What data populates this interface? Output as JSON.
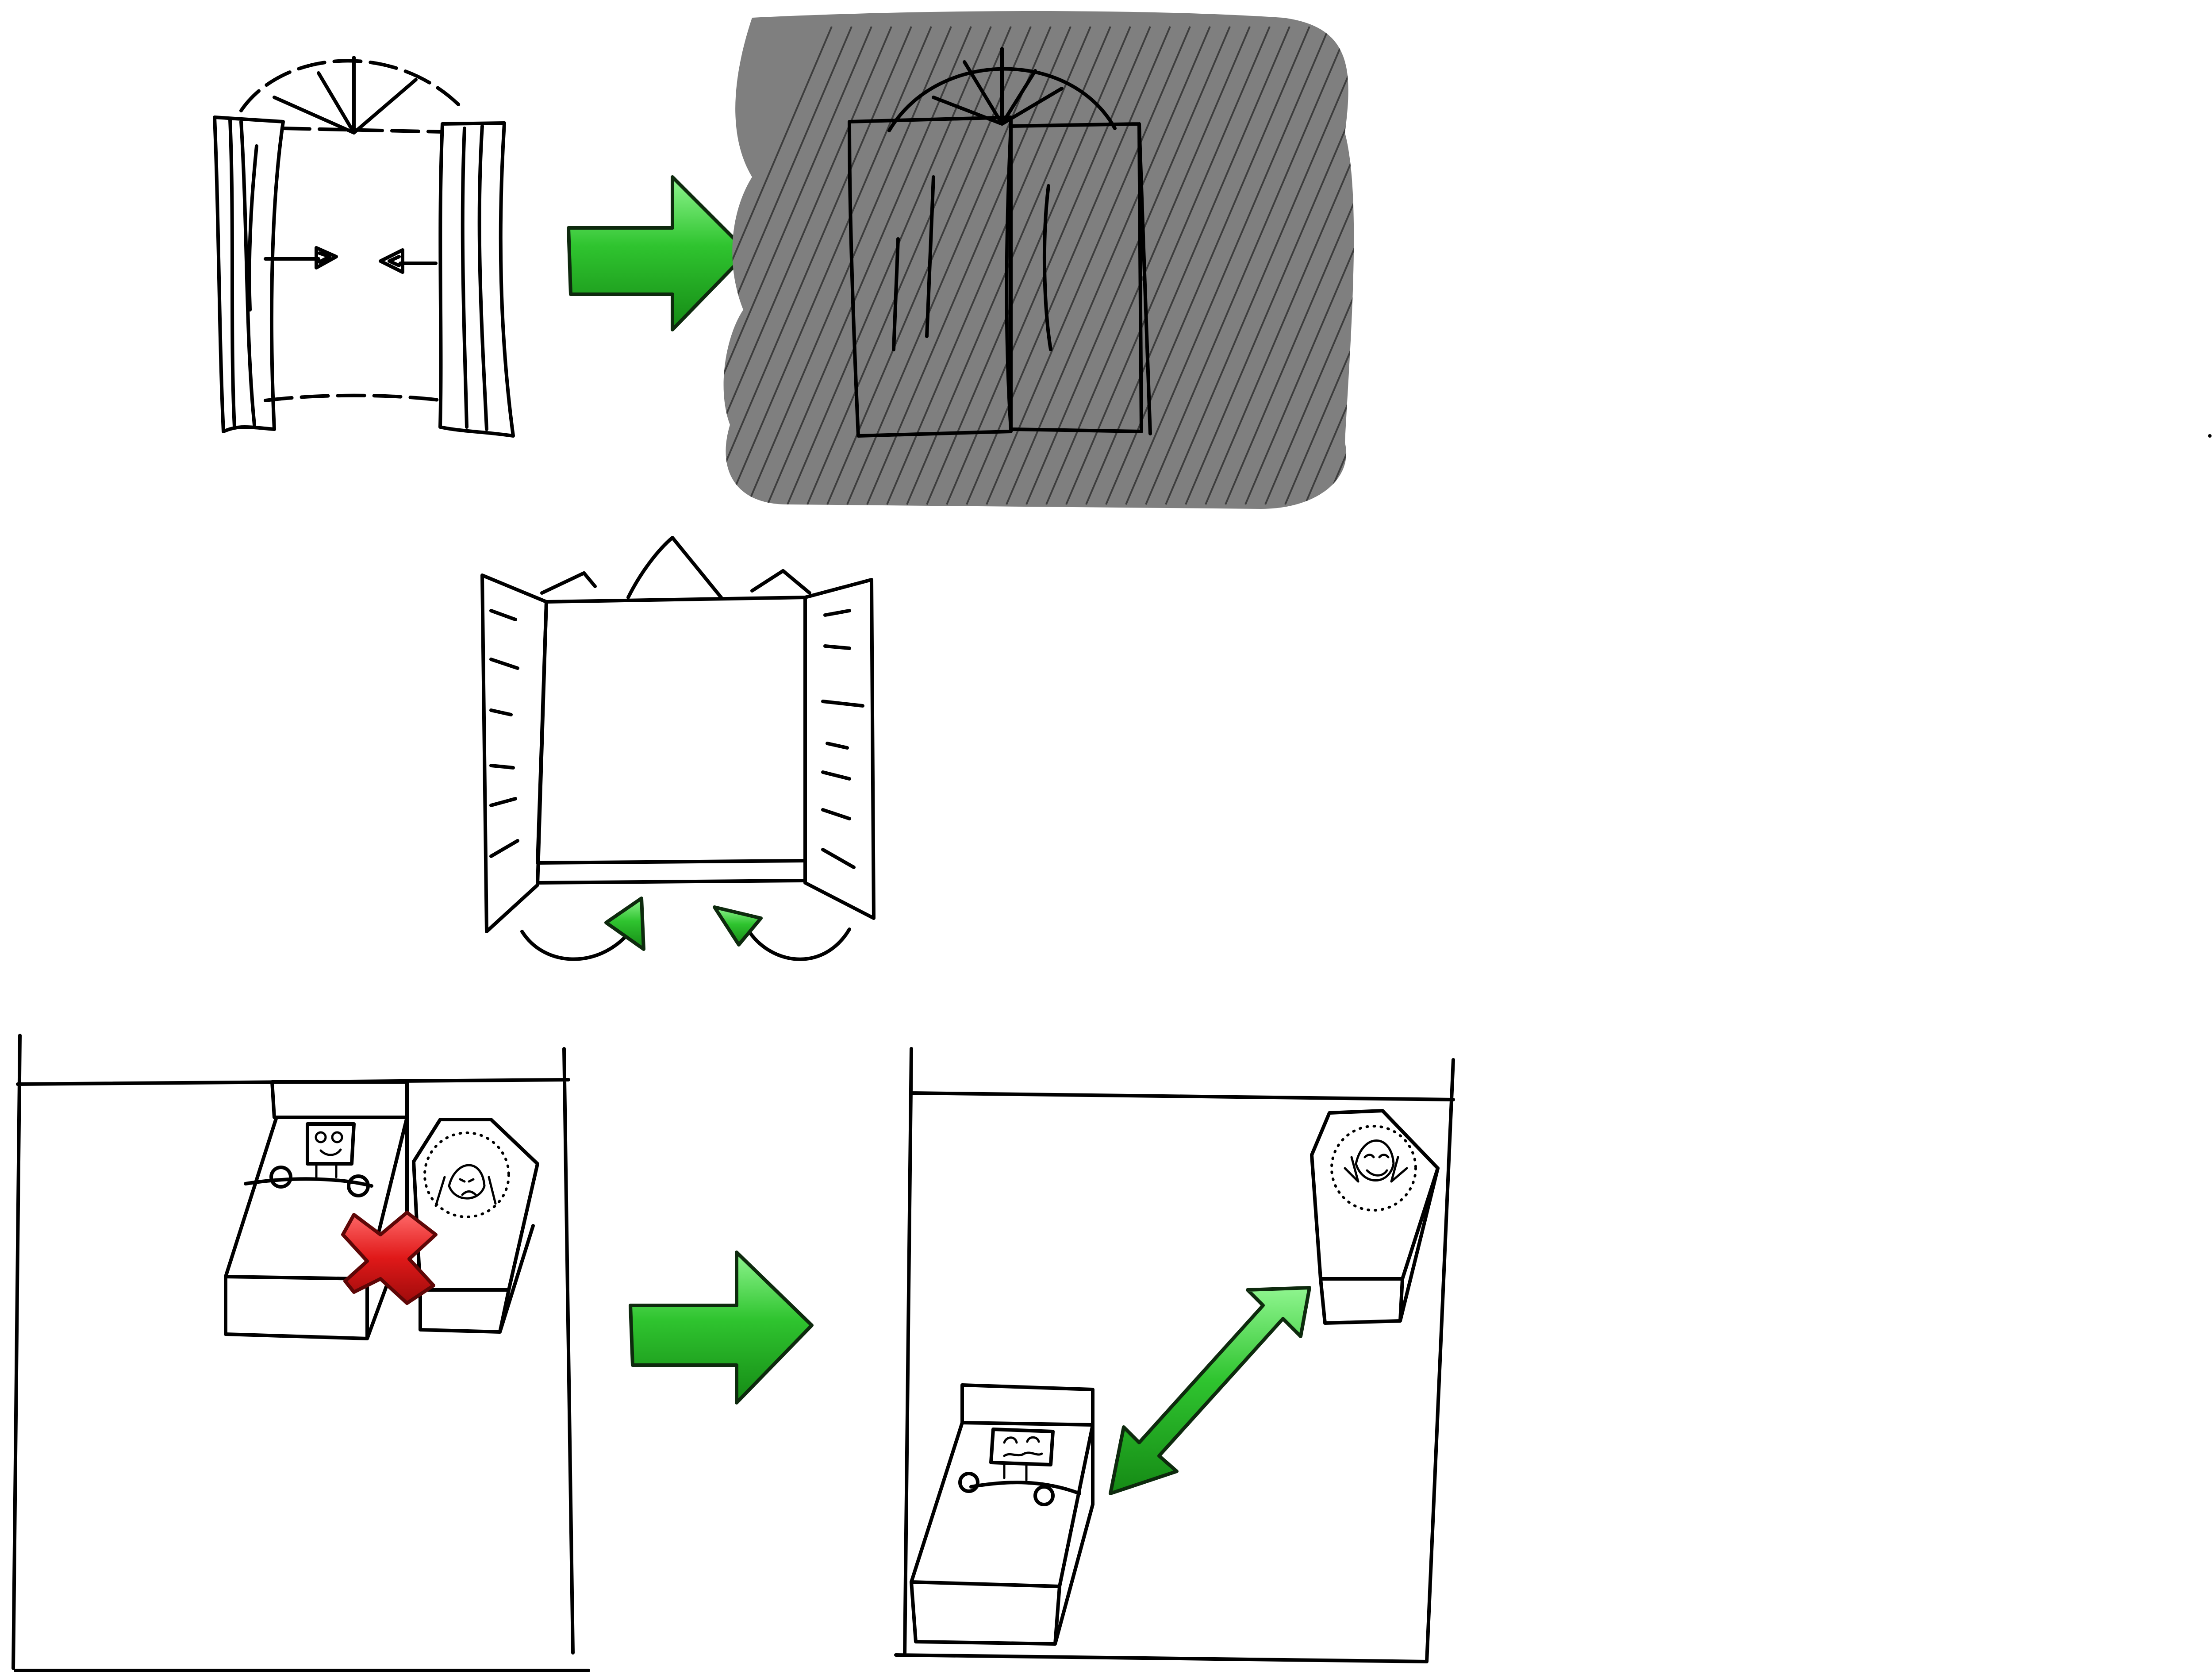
{
  "colors": {
    "ink": "#000000",
    "background": "#ffffff",
    "dark_panel": "#7f7f7f",
    "arrow_green": "#2fc42f",
    "arrow_green_light": "#8ff58f",
    "cross_red": "#e01919",
    "cross_red_light": "#ff6a6a"
  },
  "panels": [
    {
      "name": "open-curtains",
      "depicts": "window-icon"
    },
    {
      "name": "closed-curtains-darkness",
      "depicts": "closed-curtains-icon"
    },
    {
      "name": "closing-shutters",
      "depicts": "shutters-icon"
    },
    {
      "name": "room-bed-next-to-coffin",
      "depicts": "bedroom-icon"
    },
    {
      "name": "room-bed-away-from-coffin",
      "depicts": "bedroom-icon"
    }
  ],
  "steps": [
    {
      "from": "open-curtains",
      "to": "closed-curtains-darkness",
      "icon": "arrow-right-icon"
    },
    {
      "from": "room-bed-next-to-coffin",
      "to": "room-bed-away-from-coffin",
      "icon": "arrow-right-icon"
    }
  ],
  "marks": {
    "not_allowed": "x-mark-icon",
    "keep_distance": "double-arrow-icon",
    "close_motion": "curved-arrow-icon"
  }
}
